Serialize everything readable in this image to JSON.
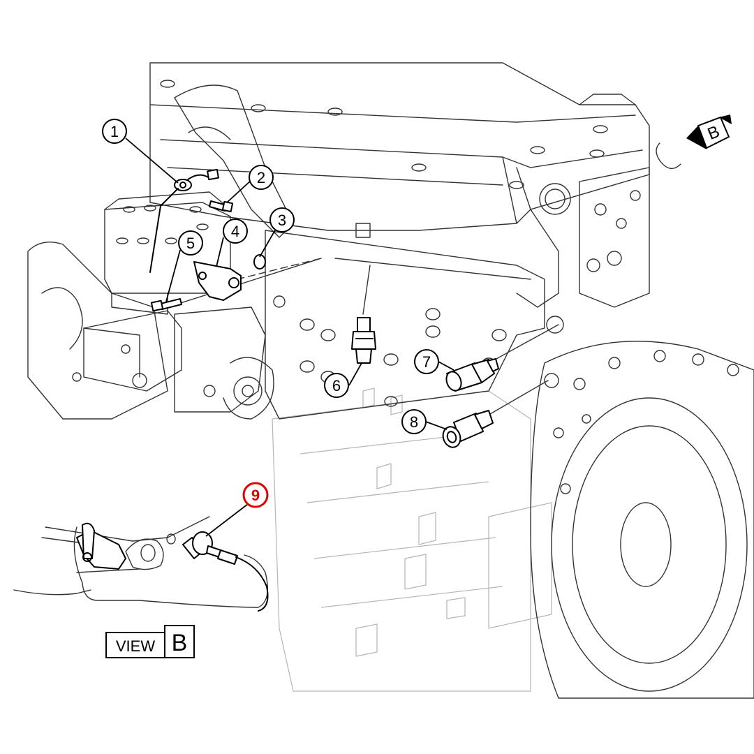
{
  "diagram": {
    "callouts": [
      {
        "num": "1",
        "color": "#000000",
        "highlight": false
      },
      {
        "num": "2",
        "color": "#000000",
        "highlight": false
      },
      {
        "num": "3",
        "color": "#000000",
        "highlight": false
      },
      {
        "num": "4",
        "color": "#000000",
        "highlight": false
      },
      {
        "num": "5",
        "color": "#000000",
        "highlight": false
      },
      {
        "num": "6",
        "color": "#000000",
        "highlight": false
      },
      {
        "num": "7",
        "color": "#000000",
        "highlight": false
      },
      {
        "num": "8",
        "color": "#000000",
        "highlight": false
      },
      {
        "num": "9",
        "color": "#e00000",
        "highlight": true
      }
    ],
    "view_arrow_letter": "B",
    "view_label": {
      "word": "VIEW",
      "letter": "B"
    },
    "line_color": "#000000",
    "background_line_color": "#b5b5b5",
    "highlight_color": "#e00000"
  }
}
